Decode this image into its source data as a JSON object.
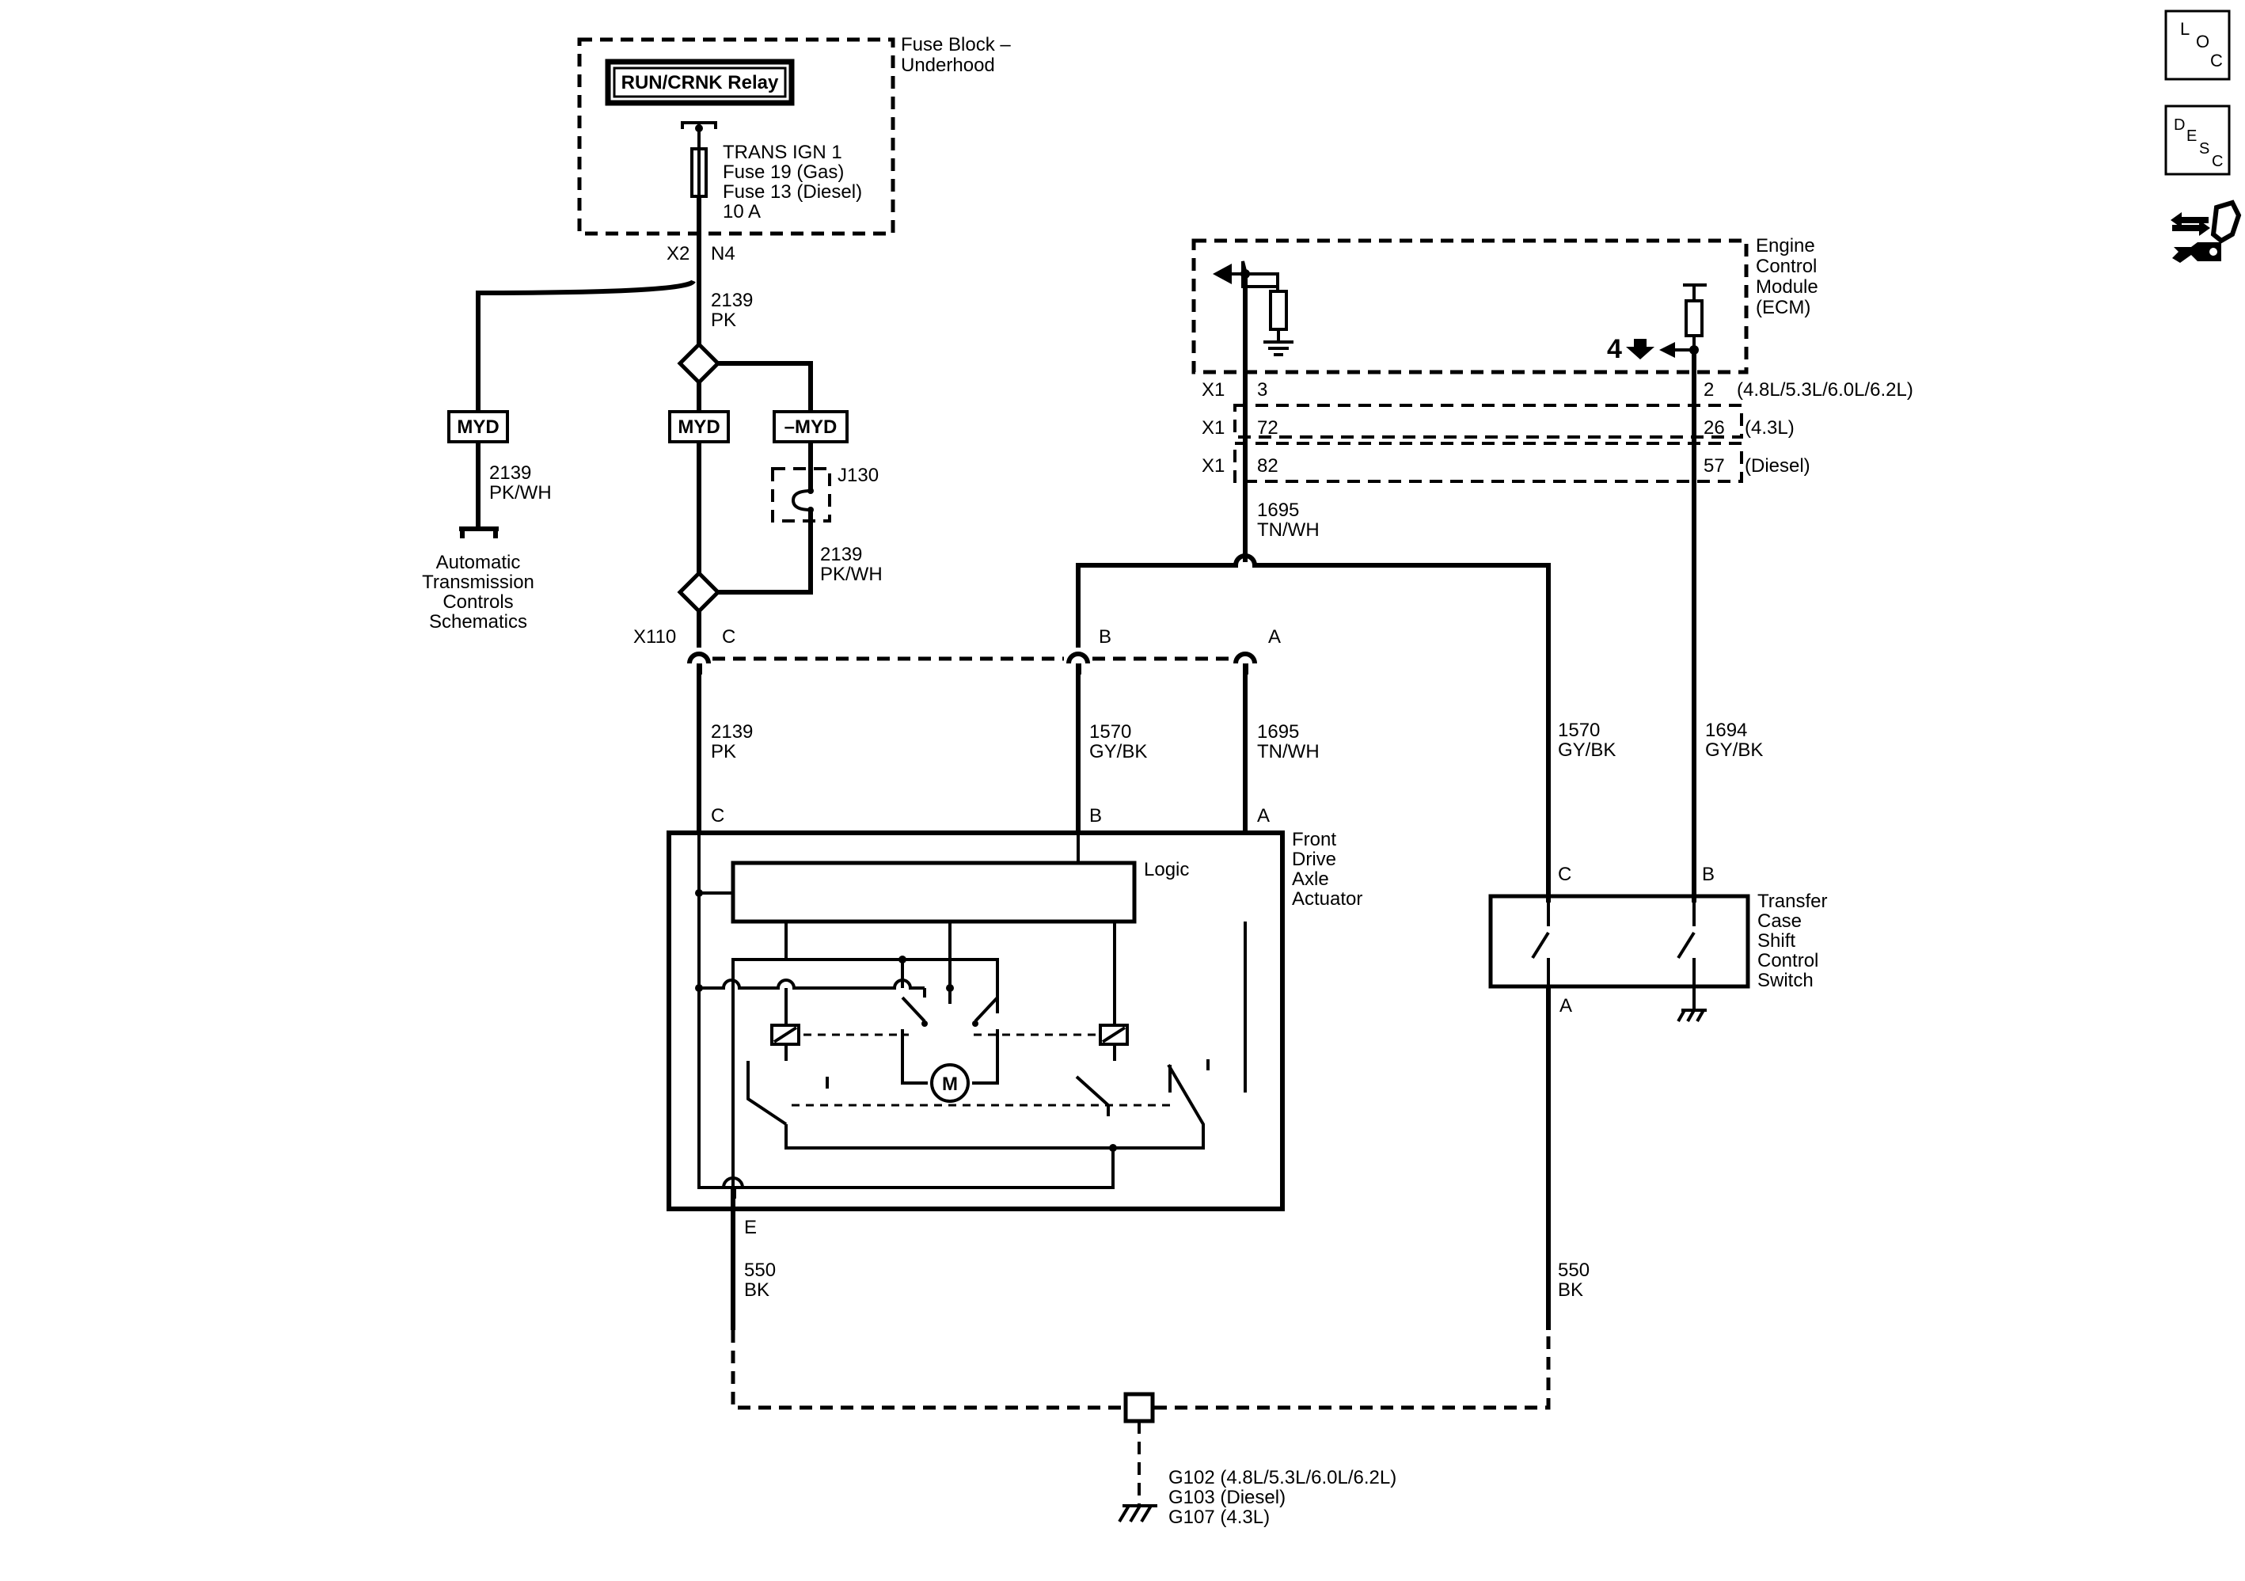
{
  "fuse_block": {
    "title": [
      "Fuse Block –",
      "Underhood"
    ],
    "relay": "RUN/CRNK Relay",
    "fuse_label": [
      "TRANS IGN 1",
      "Fuse 19 (Gas)",
      "Fuse 13 (Diesel)",
      "10 A"
    ],
    "pin_x2": "X2",
    "pin_n4": "N4"
  },
  "feed": {
    "circuit": "2139",
    "color": "PK"
  },
  "option_boxes": {
    "left": "MYD",
    "center": "MYD",
    "right": "–MYD"
  },
  "jumper": "J130",
  "left_branch": {
    "circuit": "2139",
    "color": "PK/WH",
    "ref": [
      "Automatic",
      "Transmission",
      "Controls",
      "Schematics"
    ]
  },
  "right_branch": {
    "circuit": "2139",
    "color": "PK/WH"
  },
  "ecm": {
    "title": [
      "Engine",
      "Control",
      "Module",
      "(ECM)"
    ],
    "ref_page": "4",
    "rows": [
      {
        "connector": "X1",
        "left_pin": "3",
        "right_pin": "2",
        "note": "(4.8L/5.3L/6.0L/6.2L)"
      },
      {
        "connector": "X1",
        "left_pin": "72",
        "right_pin": "26",
        "note": "(4.3L)"
      },
      {
        "connector": "X1",
        "left_pin": "82",
        "right_pin": "57",
        "note": "(Diesel)"
      }
    ]
  },
  "wire_ecm_out": {
    "circuit": "1695",
    "color": "TN/WH"
  },
  "inline_connector": {
    "name": "X110",
    "pins": [
      "C",
      "B",
      "A"
    ]
  },
  "actuator_wires": [
    {
      "circuit": "2139",
      "color": "PK"
    },
    {
      "circuit": "1570",
      "color": "GY/BK"
    },
    {
      "circuit": "1695",
      "color": "TN/WH"
    }
  ],
  "actuator": {
    "title": [
      "Front",
      "Drive",
      "Axle",
      "Actuator"
    ],
    "logic": "Logic",
    "motor": "M",
    "pins": [
      "C",
      "B",
      "A",
      "E"
    ]
  },
  "switch_wires": [
    {
      "circuit": "1570",
      "color": "GY/BK"
    },
    {
      "circuit": "1694",
      "color": "GY/BK"
    }
  ],
  "transfer_switch": {
    "title": [
      "Transfer",
      "Case",
      "Shift",
      "Control",
      "Switch"
    ],
    "pins": [
      "C",
      "B",
      "A"
    ]
  },
  "ground_wires": [
    {
      "circuit": "550",
      "color": "BK"
    },
    {
      "circuit": "550",
      "color": "BK"
    }
  ],
  "grounds": [
    "G102 (4.8L/5.3L/6.0L/6.2L)",
    "G103 (Diesel)",
    "G107 (4.3L)"
  ],
  "side_icons": [
    {
      "name": "loc",
      "letters": [
        "L",
        "O",
        "C"
      ]
    },
    {
      "name": "desc",
      "letters": [
        "D",
        "E",
        "S",
        "C"
      ]
    },
    {
      "name": "connector-view"
    }
  ]
}
